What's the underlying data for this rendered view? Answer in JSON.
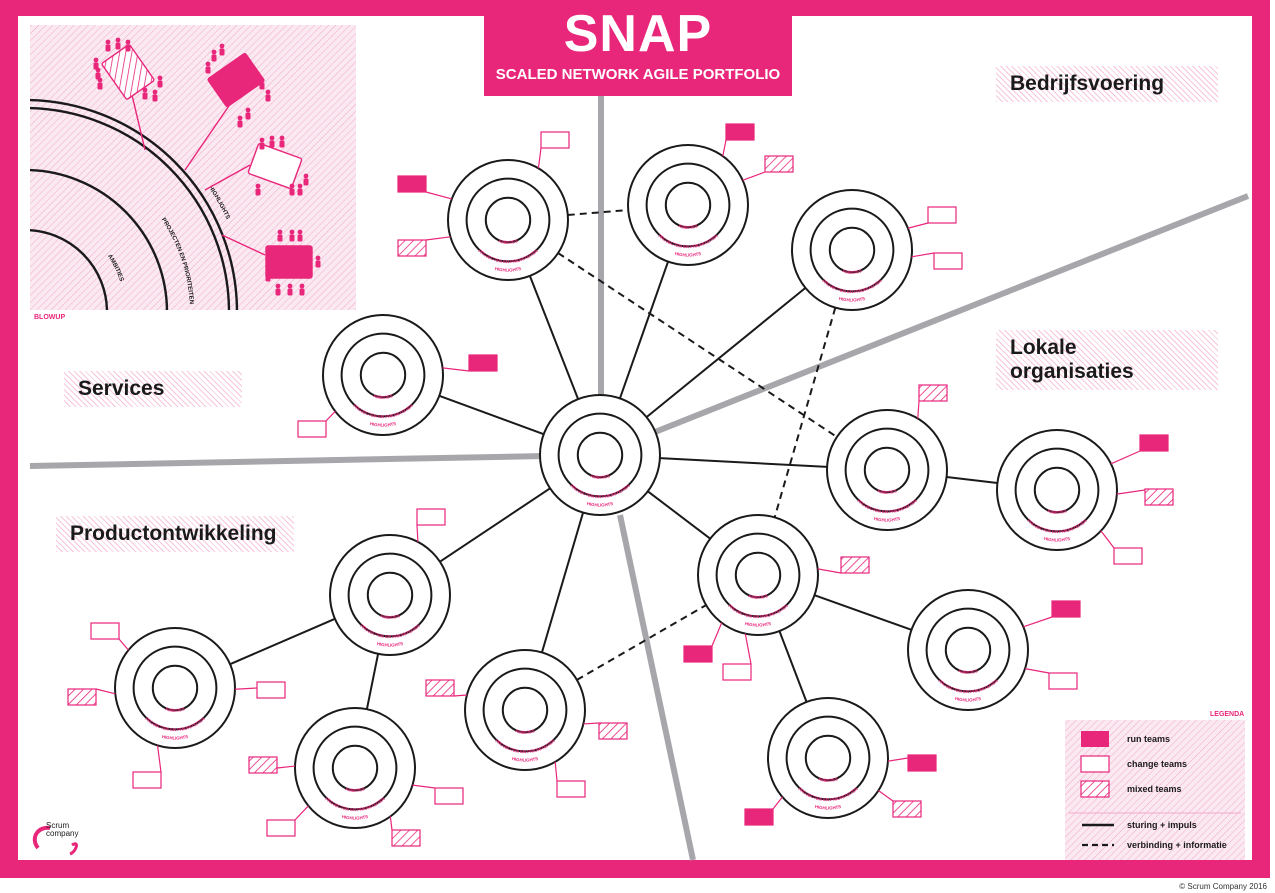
{
  "title": "SNAP",
  "subtitle": "SCALED NETWORK AGILE PORTFOLIO",
  "regions": {
    "bedrijfsvoering": "Bedrijfsvoering",
    "lokale": "Lokale organisaties",
    "services": "Services",
    "productontwikkeling": "Productontwikkeling"
  },
  "ring_labels": {
    "inner": "AMBITIES",
    "middle": "PROJECTEN EN PRIORITEITEN",
    "outer": "HIGHLIGHTS"
  },
  "blowup": {
    "caption": "BLOWUP",
    "labels": [
      "AMBITIES",
      "PROJECTEN EN PRIORITEITEN",
      "HIGHLIGHTS"
    ]
  },
  "legend": {
    "title": "LEGENDA",
    "run": "run teams",
    "change": "change teams",
    "mixed": "mixed teams",
    "solid": "sturing + impuls",
    "dashed": "verbinding + informatie"
  },
  "logo": {
    "line1": "Scrum",
    "line2": "company"
  },
  "copyright": "© Scrum Company 2016",
  "colors": {
    "accent": "#e8267a",
    "divider": "#a7a7ab",
    "hatch": "#f6c6dc"
  }
}
